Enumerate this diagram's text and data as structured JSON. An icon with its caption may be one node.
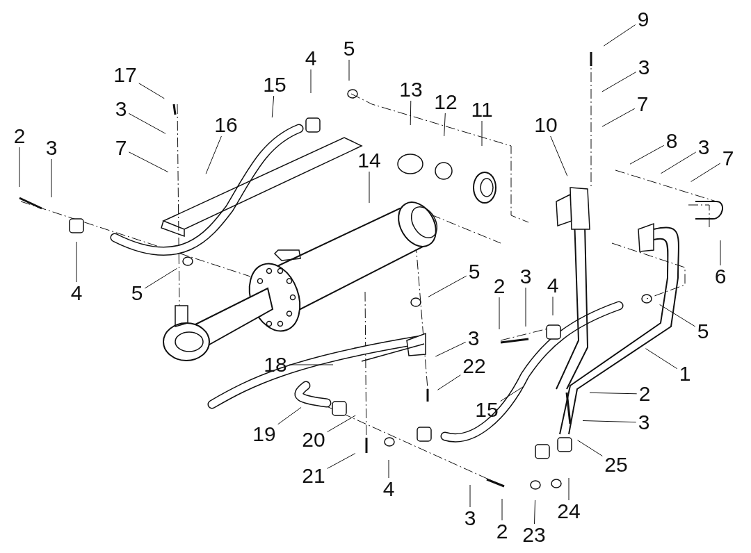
{
  "diagram": {
    "nodes": [
      {
        "text": [
          "9"
        ]
      },
      {
        "text": [
          "5"
        ]
      },
      {
        "text": [
          "4"
        ]
      },
      {
        "text": [
          "3"
        ]
      },
      {
        "text": [
          "17"
        ]
      },
      {
        "text": [
          "15"
        ]
      },
      {
        "text": [
          "13"
        ]
      },
      {
        "text": [
          "12"
        ]
      },
      {
        "text": [
          "7"
        ]
      },
      {
        "text": [
          "3"
        ]
      },
      {
        "text": [
          "11"
        ]
      },
      {
        "text": [
          "10"
        ]
      },
      {
        "text": [
          "16"
        ]
      },
      {
        "text": [
          "2"
        ]
      },
      {
        "text": [
          "8"
        ]
      },
      {
        "text": [
          "3"
        ]
      },
      {
        "text": [
          "3"
        ]
      },
      {
        "text": [
          "7"
        ]
      },
      {
        "text": [
          "7"
        ]
      },
      {
        "text": [
          "14"
        ]
      },
      {
        "text": [
          "5"
        ]
      },
      {
        "text": [
          "3"
        ]
      },
      {
        "text": [
          "6"
        ]
      },
      {
        "text": [
          "4"
        ]
      },
      {
        "text": [
          "2"
        ]
      },
      {
        "text": [
          "4"
        ]
      },
      {
        "text": [
          "5"
        ]
      },
      {
        "text": [
          "5"
        ]
      },
      {
        "text": [
          "3"
        ]
      },
      {
        "text": [
          "18"
        ]
      },
      {
        "text": [
          "22"
        ]
      },
      {
        "text": [
          "1"
        ]
      },
      {
        "text": [
          "2"
        ]
      },
      {
        "text": [
          "15"
        ]
      },
      {
        "text": [
          "3"
        ]
      },
      {
        "text": [
          "19"
        ]
      },
      {
        "text": [
          "20"
        ]
      },
      {
        "text": [
          "25"
        ]
      },
      {
        "text": [
          "21"
        ]
      },
      {
        "text": [
          "4"
        ]
      },
      {
        "text": [
          "24"
        ]
      },
      {
        "text": [
          "3"
        ]
      },
      {
        "text": [
          "2"
        ]
      },
      {
        "text": [
          "23"
        ]
      }
    ],
    "edges": [
      {
        "from": 0,
        "to": null,
        "arrow": "none"
      },
      {
        "from": 1,
        "to": null,
        "arrow": "none"
      },
      {
        "from": 2,
        "to": null,
        "arrow": "none"
      },
      {
        "from": 3,
        "to": null,
        "arrow": "none"
      },
      {
        "from": 4,
        "to": null,
        "arrow": "none"
      },
      {
        "from": 5,
        "to": null,
        "arrow": "none"
      },
      {
        "from": 6,
        "to": null,
        "arrow": "none"
      },
      {
        "from": 7,
        "to": null,
        "arrow": "none"
      },
      {
        "from": 8,
        "to": null,
        "arrow": "none"
      },
      {
        "from": 9,
        "to": null,
        "arrow": "none"
      },
      {
        "from": 10,
        "to": null,
        "arrow": "none"
      },
      {
        "from": 11,
        "to": null,
        "arrow": "none"
      },
      {
        "from": 12,
        "to": null,
        "arrow": "none"
      },
      {
        "from": 13,
        "to": null,
        "arrow": "none"
      },
      {
        "from": 14,
        "to": null,
        "arrow": "none"
      },
      {
        "from": 15,
        "to": null,
        "arrow": "none"
      },
      {
        "from": 16,
        "to": null,
        "arrow": "none"
      },
      {
        "from": 17,
        "to": null,
        "arrow": "none"
      },
      {
        "from": 18,
        "to": null,
        "arrow": "none"
      },
      {
        "from": 19,
        "to": null,
        "arrow": "none"
      },
      {
        "from": 20,
        "to": null,
        "arrow": "none"
      },
      {
        "from": 21,
        "to": null,
        "arrow": "none"
      },
      {
        "from": 22,
        "to": null,
        "arrow": "none"
      },
      {
        "from": 23,
        "to": null,
        "arrow": "none"
      },
      {
        "from": 24,
        "to": null,
        "arrow": "none"
      },
      {
        "from": 25,
        "to": null,
        "arrow": "none"
      },
      {
        "from": 26,
        "to": null,
        "arrow": "none"
      },
      {
        "from": 27,
        "to": null,
        "arrow": "none"
      },
      {
        "from": 28,
        "to": null,
        "arrow": "none"
      },
      {
        "from": 29,
        "to": null,
        "arrow": "none"
      },
      {
        "from": 30,
        "to": null,
        "arrow": "none"
      },
      {
        "from": 31,
        "to": null,
        "arrow": "none"
      },
      {
        "from": 32,
        "to": null,
        "arrow": "none"
      },
      {
        "from": 33,
        "to": null,
        "arrow": "none"
      },
      {
        "from": 34,
        "to": null,
        "arrow": "none"
      },
      {
        "from": 35,
        "to": null,
        "arrow": "none"
      },
      {
        "from": 36,
        "to": null,
        "arrow": "none"
      },
      {
        "from": 37,
        "to": null,
        "arrow": "none"
      },
      {
        "from": 38,
        "to": null,
        "arrow": "none"
      },
      {
        "from": 39,
        "to": null,
        "arrow": "none"
      },
      {
        "from": 40,
        "to": null,
        "arrow": "none"
      },
      {
        "from": 41,
        "to": null,
        "arrow": "none"
      },
      {
        "from": 42,
        "to": null,
        "arrow": "none"
      },
      {
        "from": 43,
        "to": null,
        "arrow": "none"
      }
    ]
  }
}
